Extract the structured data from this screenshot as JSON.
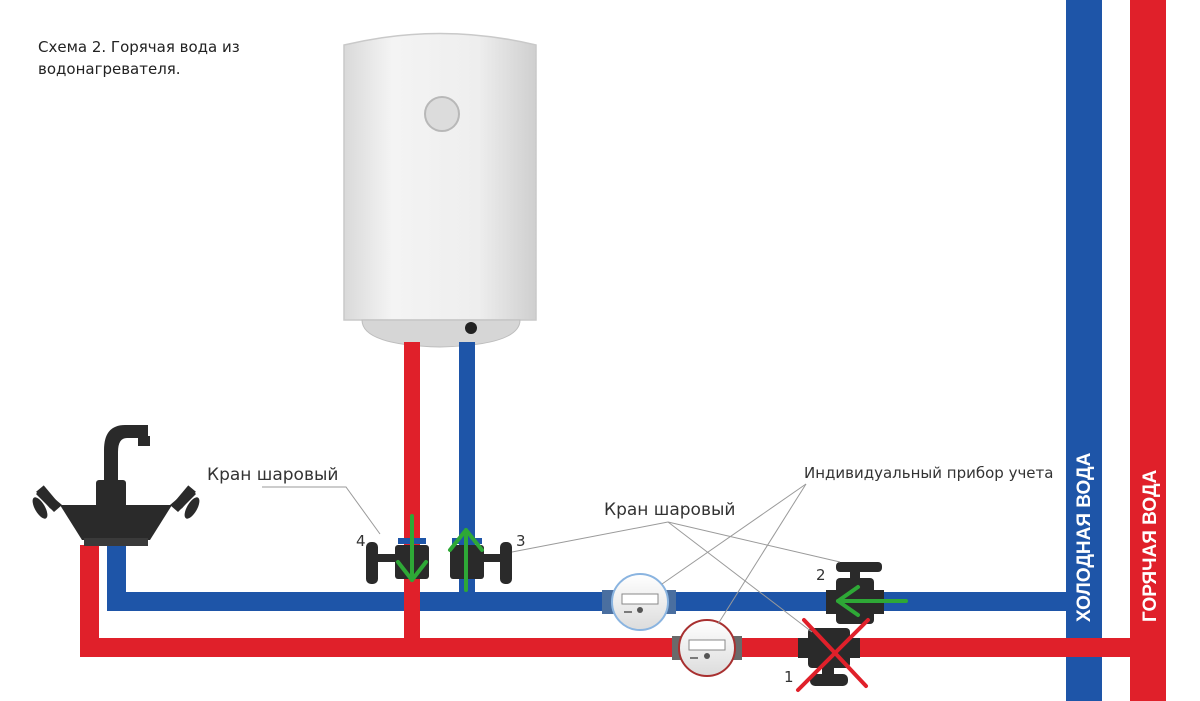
{
  "caption": {
    "line1": "Схема 2. Горячая вода из",
    "line2": "водонагревателя."
  },
  "labels": {
    "valve_left": "Кран шаровый",
    "valve_right": "Кран шаровый",
    "meter": "Индивидуальный прибор учета",
    "cold_water": "ХОЛОДНАЯ ВОДА",
    "hot_water": "ГОРЯЧАЯ ВОДА"
  },
  "numbers": {
    "n1": "1",
    "n2": "2",
    "n3": "3",
    "n4": "4"
  },
  "colors": {
    "cold": "#1e55a8",
    "hot": "#e0202a",
    "arrow": "#2ea836",
    "cross": "#e0202a",
    "heater": "#ececec",
    "valve": "#2a2a2a"
  }
}
